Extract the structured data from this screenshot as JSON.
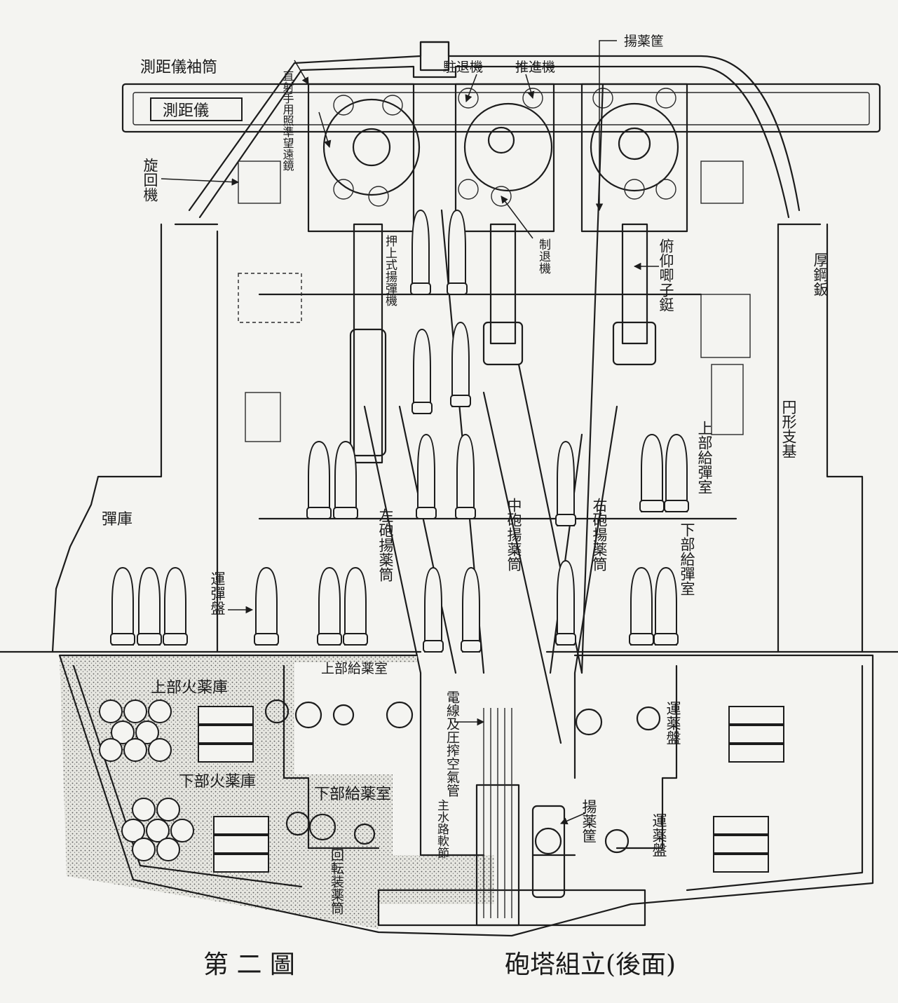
{
  "figure": {
    "number_caption": "第 二 圖",
    "title_caption": "砲塔組立(後面)"
  },
  "labels": {
    "rangefinder_tube": "測距儀袖筒",
    "rangefinder": "測距儀",
    "direct_sight": "直射手用照準望遠鏡",
    "training_gear": "旋回機",
    "recoil_cylinder": "駐退機",
    "run_out_cylinder": "推進機",
    "powder_hoist_cage_top": "揚薬筐",
    "rammer": "押上式揚彈機",
    "brake": "制退機",
    "elevating_cylinder": "俯仰唧子鋌",
    "armor_plate": "厚鋼鈑",
    "circular_support": "円形支基",
    "upper_shell_room": "上部給彈室",
    "lower_shell_room": "下部給彈室",
    "shell_room": "彈庫",
    "shell_tray": "運彈盤",
    "left_powder_hoist": "左砲揚薬筒",
    "center_powder_hoist": "中砲揚薬筒",
    "right_powder_hoist": "右砲揚薬筒",
    "upper_magazine": "上部火薬庫",
    "lower_magazine": "下部火薬庫",
    "upper_handling_room": "上部給薬室",
    "lower_handling_room": "下部給薬室",
    "cable_air": "電線及圧搾空氣管",
    "main_joint": "主水路軟節",
    "powder_cage": "揚薬筐",
    "powder_tray_upper": "運薬盤",
    "powder_tray_lower": "運薬盤",
    "rotating_tube": "回転装薬筒"
  }
}
